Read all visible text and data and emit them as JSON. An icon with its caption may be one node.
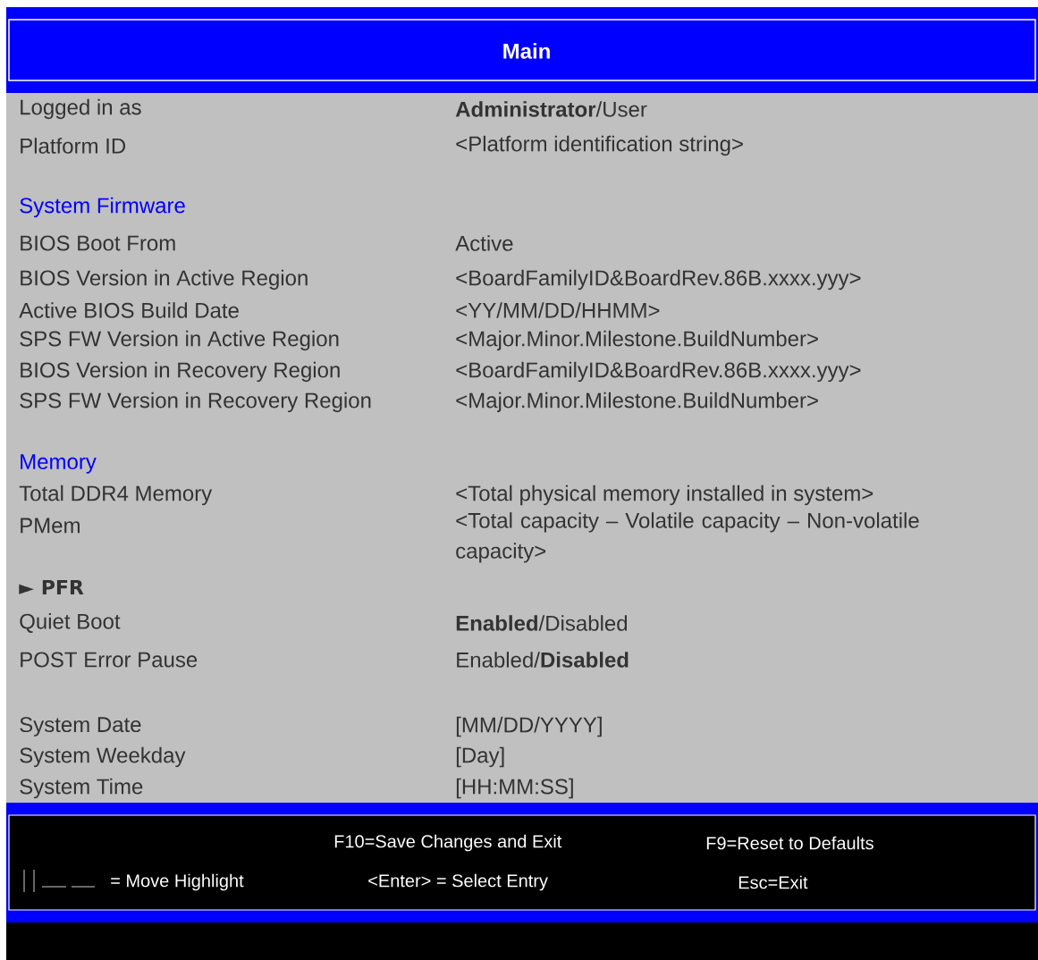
{
  "diagram": {
    "title": "Main",
    "labels": [
      "Logged in as",
      "**Administrator**/User",
      "Platform ID",
      "<Platform identification string>",
      "System Firmware",
      "BIOS Boot From",
      "Active",
      "BIOS Version in Active Region",
      "<BoardFamilyID&BoardRev.86B.xxxx.yyy>",
      "Active BIOS Build Date",
      "<YY/MM/DD/HHMM>",
      "SPS FW Version in Active Region",
      "<Major.Minor.Milestone.BuildNumber>",
      "BIOS Version in Recovery Region",
      "<BoardFamilyID&BoardRev.86B.xxxx.yyy>",
      "SPS FW Version in Recovery Region",
      "<Major.Minor.Milestone.BuildNumber>",
      "Memory",
      "Total DDR4 Memory",
      "<Total physical memory installed in system>",
      "PMem",
      "<Total capacity – Volatile capacity – Non-volatile capacity>",
      "► PFR",
      "Quiet Boot",
      "**Enabled**/Disabled",
      "POST Error Pause",
      "Enabled/**Disabled**",
      "System Date",
      "[MM/DD/YYYY]",
      "System Weekday",
      "[Day]",
      "System Time",
      "[HH:MM:SS]",
      "F10=Save Changes and Exit",
      "F9=Reset to Defaults",
      "= Move Highlight",
      "<Enter> = Select Entry",
      "Esc=Exit"
    ]
  }
}
